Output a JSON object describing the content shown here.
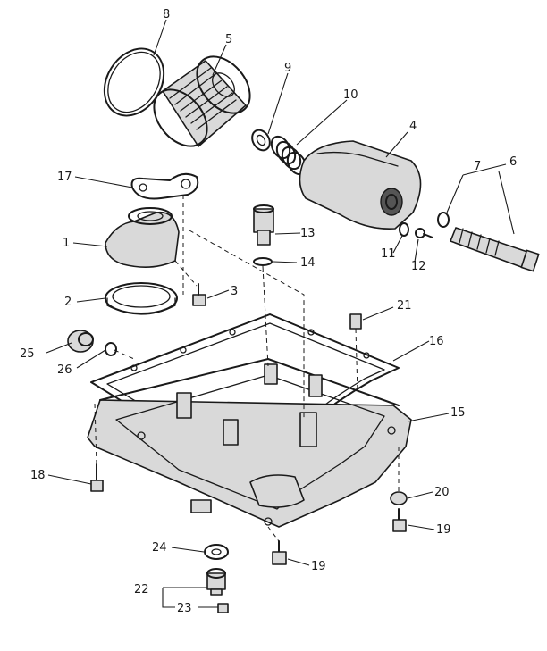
{
  "callouts": {
    "c1": "1",
    "c2": "2",
    "c3": "3",
    "c4": "4",
    "c5": "5",
    "c6": "6",
    "c7": "7",
    "c8": "8",
    "c9": "9",
    "c10": "10",
    "c11": "11",
    "c12": "12",
    "c13": "13",
    "c14": "14",
    "c15": "15",
    "c16": "16",
    "c17": "17",
    "c18": "18",
    "c19a": "19",
    "c19b": "19",
    "c20": "20",
    "c21": "21",
    "c22": "22",
    "c23": "23",
    "c24": "24",
    "c25": "25",
    "c26": "26"
  }
}
